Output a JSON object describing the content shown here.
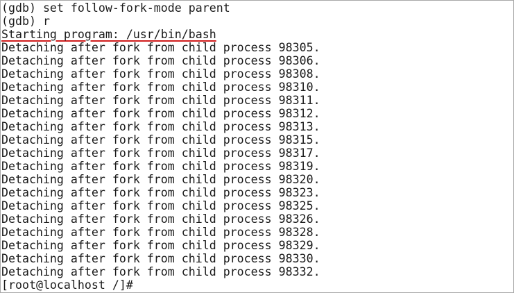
{
  "terminal": {
    "underline_color": "#d01c1c",
    "lines": [
      "(gdb) set follow-fork-mode parent",
      "(gdb) r",
      "Starting program: /usr/bin/bash",
      "Detaching after fork from child process 98305.",
      "Detaching after fork from child process 98306.",
      "Detaching after fork from child process 98308.",
      "Detaching after fork from child process 98310.",
      "Detaching after fork from child process 98311.",
      "Detaching after fork from child process 98312.",
      "Detaching after fork from child process 98313.",
      "Detaching after fork from child process 98315.",
      "Detaching after fork from child process 98317.",
      "Detaching after fork from child process 98319.",
      "Detaching after fork from child process 98320.",
      "Detaching after fork from child process 98323.",
      "Detaching after fork from child process 98325.",
      "Detaching after fork from child process 98326.",
      "Detaching after fork from child process 98328.",
      "Detaching after fork from child process 98329.",
      "Detaching after fork from child process 98330.",
      "Detaching after fork from child process 98332.",
      "[root@localhost /]#"
    ]
  }
}
